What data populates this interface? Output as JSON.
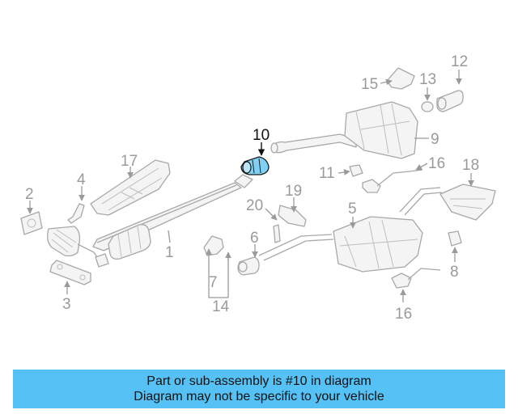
{
  "diagram": {
    "callouts": [
      "10",
      "17",
      "4",
      "2",
      "1",
      "3",
      "20",
      "19",
      "6",
      "7",
      "14",
      "15",
      "13",
      "12",
      "9",
      "11",
      "16",
      "18",
      "5",
      "8"
    ],
    "second_16": "16",
    "highlighted_part": "10",
    "highlight_color": "#7fd0f2"
  },
  "banner": {
    "line1": "Part or sub-assembly is #10 in diagram",
    "line2": "Diagram may not be specific to your vehicle",
    "color": "#55c1f4"
  }
}
